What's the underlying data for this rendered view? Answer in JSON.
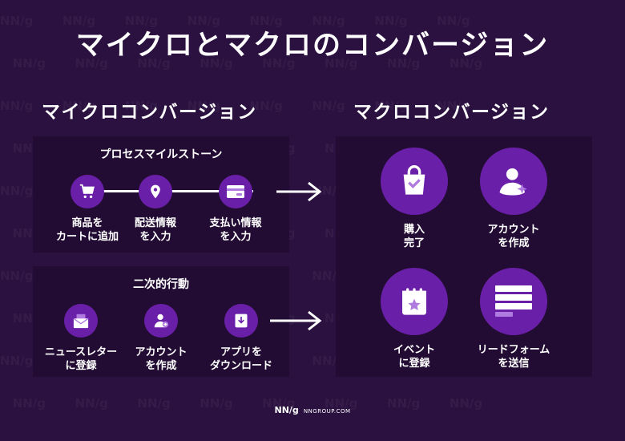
{
  "title": "マイクロとマクロのコンバージョン",
  "micro": {
    "heading": "マイクロコンバージョン",
    "process": {
      "title": "プロセスマイルストーン",
      "steps": [
        {
          "label": "商品を\nカートに追加",
          "icon": "shopping-cart-icon"
        },
        {
          "label": "配送情報\nを入力",
          "icon": "location-pin-icon"
        },
        {
          "label": "支払い情報\nを入力",
          "icon": "credit-card-icon"
        }
      ]
    },
    "secondary": {
      "title": "二次的行動",
      "steps": [
        {
          "label": "ニュースレター\nに登録",
          "icon": "envelope-icon"
        },
        {
          "label": "アカウント\nを作成",
          "icon": "add-user-icon"
        },
        {
          "label": "アプリを\nダウンロード",
          "icon": "download-icon"
        }
      ]
    }
  },
  "macro": {
    "heading": "マクロコンバージョン",
    "items": [
      {
        "label": "購入\n完了",
        "icon": "shopping-bag-check-icon"
      },
      {
        "label": "アカウント\nを作成",
        "icon": "user-sparkle-icon"
      },
      {
        "label": "イベント\nに登録",
        "icon": "calendar-star-icon"
      },
      {
        "label": "リードフォーム\nを送信",
        "icon": "form-icon"
      }
    ]
  },
  "footer": {
    "logo": "NN/g",
    "site": "NNGROUP.COM"
  },
  "colors": {
    "background": "#2b1140",
    "panel": "#230c34",
    "accent": "#6a1fa8",
    "accent_light": "#b07be0"
  }
}
